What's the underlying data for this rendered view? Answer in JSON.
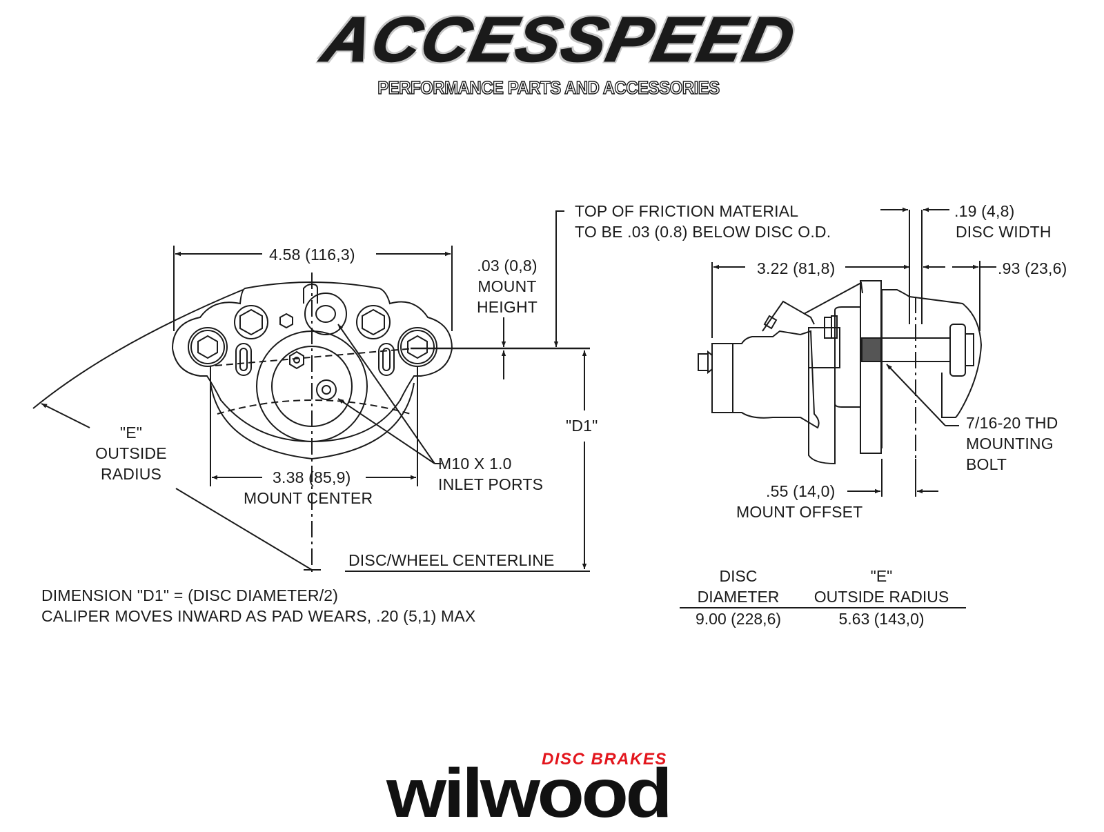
{
  "header_logo": {
    "brand": "ACCESSPEED",
    "tagline": "PERFORMANCE PARTS AND ACCESSORIES"
  },
  "front_view": {
    "overall_width": "4.58 (116,3)",
    "mount_height": {
      "value": ".03 (0,8)",
      "line1": "MOUNT",
      "line2": "HEIGHT"
    },
    "mount_center": {
      "value": "3.38 (85,9)",
      "label": "MOUNT CENTER"
    },
    "inlet_ports": {
      "line1": "M10 X 1.0",
      "line2": "INLET PORTS"
    },
    "outside_radius": {
      "line1": "\"E\"",
      "line2": "OUTSIDE",
      "line3": "RADIUS"
    },
    "d1_label": "\"D1\"",
    "centerline_label": "DISC/WHEEL CENTERLINE",
    "friction_note": {
      "line1": "TOP OF FRICTION MATERIAL",
      "line2": "TO BE .03 (0.8) BELOW DISC O.D."
    }
  },
  "notes": {
    "line1": "DIMENSION \"D1\" = (DISC DIAMETER/2)",
    "line2": "CALIPER MOVES INWARD AS PAD WEARS, .20 (5,1) MAX"
  },
  "side_view": {
    "depth": "3.22 (81,8)",
    "disc_width": {
      "value": ".19 (4,8)",
      "label": "DISC WIDTH"
    },
    "outer": ".93 (23,6)",
    "bolt": {
      "line1": "7/16-20 THD",
      "line2": "MOUNTING",
      "line3": "BOLT"
    },
    "mount_offset": {
      "value": ".55 (14,0)",
      "label": "MOUNT OFFSET"
    }
  },
  "spec_table": {
    "headers": [
      {
        "line1": "DISC",
        "line2": "DIAMETER"
      },
      {
        "line1": "\"E\"",
        "line2": "OUTSIDE RADIUS"
      }
    ],
    "rows": [
      [
        "9.00  (228,6)",
        "5.63  (143,0)"
      ]
    ]
  },
  "footer_logo": {
    "word": "wilwood",
    "subtitle": "DISC BRAKES",
    "subtitle_color": "#e3161d"
  }
}
